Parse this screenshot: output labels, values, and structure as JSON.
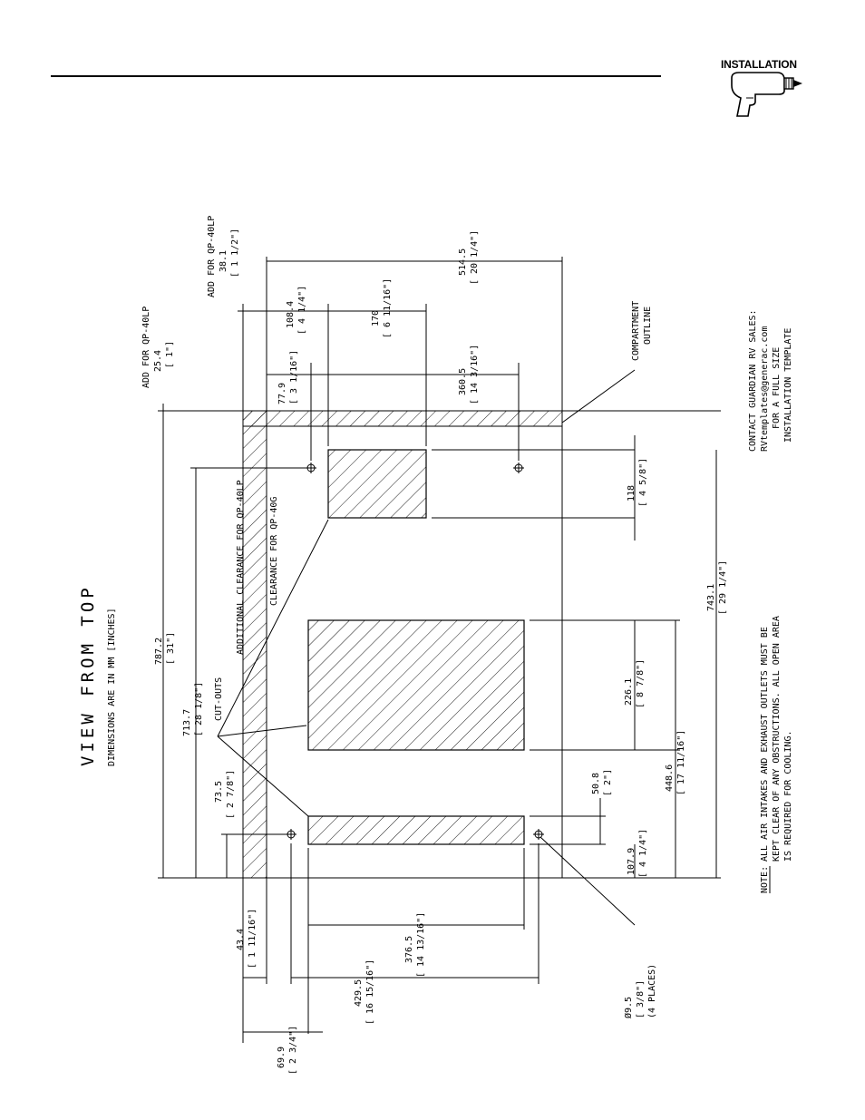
{
  "header": {
    "section_label": "INSTALLATION",
    "icon": "drill-icon"
  },
  "drawing": {
    "title": "VIEW FROM TOP",
    "subtitle": "DIMENSIONS ARE IN MM [INCHES]",
    "labels": {
      "cutouts": "CUT-OUTS",
      "clearance_qp40g": "CLEARANCE FOR QP-40G",
      "additional_clearance": "ADDITIONAL CLEARANCE FOR QP-40LP",
      "compartment_outline": [
        "COMPARTMENT",
        "OUTLINE"
      ],
      "add_qp40lp_25": [
        "ADD FOR QP-40LP",
        "25.4",
        "[ 1\"]"
      ],
      "add_qp40lp_38": [
        "ADD FOR QP-40LP",
        "38.1",
        "[ 1 1/2\"]"
      ]
    },
    "dimensions": {
      "d787": [
        "787.2",
        "[ 31\"]"
      ],
      "d713": [
        "713.7",
        "[ 28 1/8\"]"
      ],
      "d73": [
        "73.5",
        "[ 2 7/8\"]"
      ],
      "d43": [
        "43.4",
        "[ 1 11/16\"]"
      ],
      "d69": [
        "69.9",
        "[ 2 3/4\"]"
      ],
      "d429": [
        "429.5",
        "[ 16 15/16\"]"
      ],
      "d376": [
        "376.5",
        "[ 14 13/16\"]"
      ],
      "d95": [
        "Ø9.5",
        "[ 3/8\"]",
        "(4 PLACES)"
      ],
      "d77": [
        "77.9",
        "[ 3 1/16\"]"
      ],
      "d108": [
        "108.4",
        "[ 4 1/4\"]"
      ],
      "d170": [
        "170",
        "[ 6 11/16\"]"
      ],
      "d360": [
        "360.5",
        "[ 14 3/16\"]"
      ],
      "d514": [
        "514.5",
        "[ 20 1/4\"]"
      ],
      "d118": [
        "118",
        "[ 4 5/8\"]"
      ],
      "d226": [
        "226.1",
        "[ 8 7/8\"]"
      ],
      "d50": [
        "50.8",
        "[ 2\"]"
      ],
      "d107": [
        "107.9",
        "[ 4 1/4\"]"
      ],
      "d448": [
        "448.6",
        "[ 17 11/16\"]"
      ],
      "d743": [
        "743.1",
        "[ 29 1/4\"]"
      ]
    },
    "note": {
      "label": "NOTE:",
      "line1": "ALL AIR INTAKES AND EXHAUST OUTLETS MUST BE",
      "line2": "KEPT CLEAR OF ANY OBSTRUCTIONS.   ALL OPEN AREA",
      "line3": "IS REQUIRED FOR COOLING."
    },
    "contact": {
      "line1": "CONTACT GUARDIAN RV SALES:",
      "line2": "RVtemplates@generac.com",
      "line3": "FOR A FULL SIZE",
      "line4": "INSTALLATION TEMPLATE"
    }
  }
}
